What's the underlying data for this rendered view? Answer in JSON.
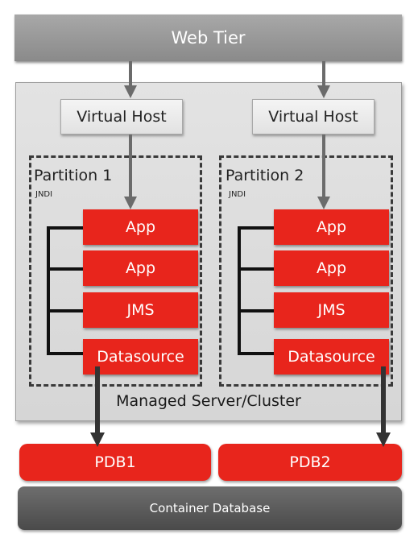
{
  "web_tier": {
    "label": "Web Tier"
  },
  "managed_server": {
    "label": "Managed Server/Cluster"
  },
  "partitions": [
    {
      "virtual_host": "Virtual Host",
      "label": "Partition 1",
      "jndi": "JNDI",
      "components": [
        "App",
        "App",
        "JMS",
        "Datasource"
      ]
    },
    {
      "virtual_host": "Virtual Host",
      "label": "Partition 2",
      "jndi": "JNDI",
      "components": [
        "App",
        "App",
        "JMS",
        "Datasource"
      ]
    }
  ],
  "pdbs": [
    "PDB1",
    "PDB2"
  ],
  "container_database": {
    "label": "Container Database"
  },
  "colors": {
    "component": "#e8251c",
    "gray_arrow": "#6b6b6b",
    "db": "#555555"
  }
}
